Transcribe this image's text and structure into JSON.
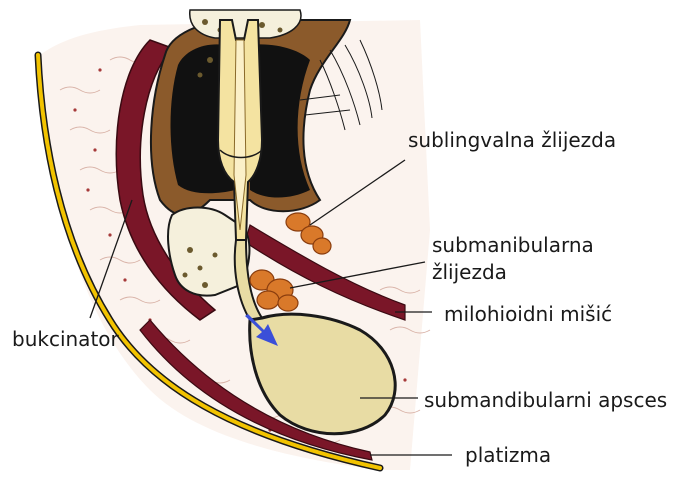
{
  "labels": {
    "sublingual": "sublingvalna žlijezda",
    "submandibular_line1": "submanibularna",
    "submandibular_line2": "žlijezda",
    "mylohyoid": "milohioidni mišić",
    "buccinator": "bukcinator",
    "abscess": "submandibularni apsces",
    "platysma": "platizma"
  },
  "colors": {
    "skin": "#f2c300",
    "muscle": "#7a1628",
    "bone_outline": "#1a1a1a",
    "tooth": "#f4e3a1",
    "gland": "#d9792a",
    "abscess": "#e8dca4",
    "arrow": "#3b4fd8",
    "cortex_brown": "#8b5a2b"
  }
}
